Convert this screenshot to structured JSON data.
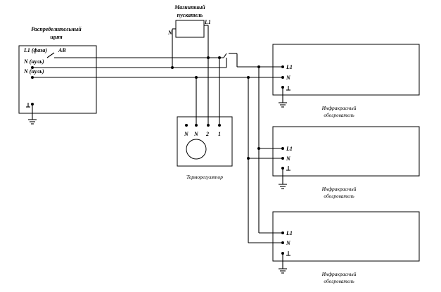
{
  "panel": {
    "title_line1": "Распределительный",
    "title_line2": "щит",
    "label_l1": "L1 (фаза)",
    "label_breaker": "АВ",
    "label_n1": "N (нуль)",
    "label_n2": "N (нуль)"
  },
  "starter": {
    "title_line1": "Магнитный",
    "title_line2": "пускатель",
    "label_l1": "L1",
    "label_n": "N"
  },
  "thermostat": {
    "caption": "Терморегулятор",
    "terminals": [
      "N",
      "N",
      "2",
      "1"
    ]
  },
  "heaters": [
    {
      "label_l1": "L1",
      "label_n": "N",
      "caption_line1": "Инфракрасный",
      "caption_line2": "обогреватель"
    },
    {
      "label_l1": "L1",
      "label_n": "N",
      "caption_line1": "Инфракрасный",
      "caption_line2": "обогреватель"
    },
    {
      "label_l1": "L1",
      "label_n": "N",
      "caption_line1": "Инфракрасный",
      "caption_line2": "обогреватель"
    }
  ]
}
